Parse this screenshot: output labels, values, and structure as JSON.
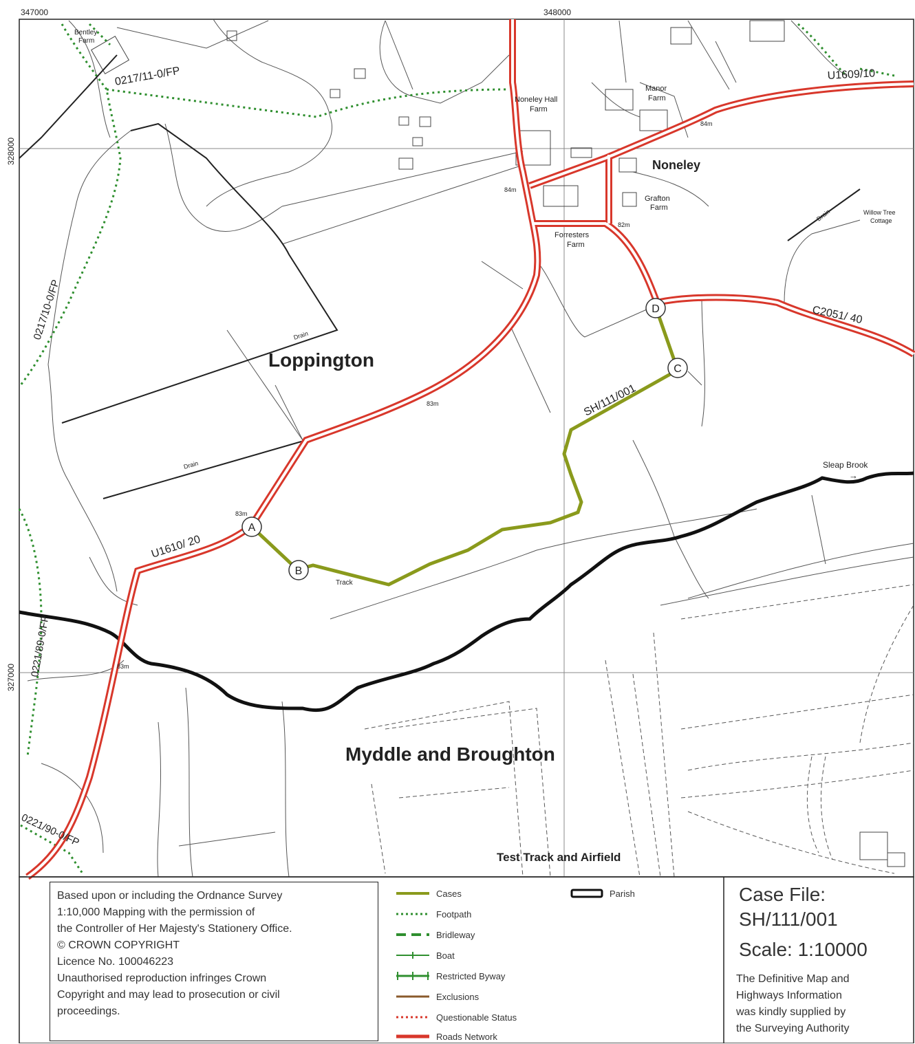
{
  "grid": {
    "easting_left": "347000",
    "easting_mid": "348000",
    "northing_top": "328000",
    "northing_bottom": "327000"
  },
  "places": {
    "parish_north": "Loppington",
    "parish_south": "Myddle and Broughton",
    "village": "Noneley",
    "noneley_hall_line1": "Noneley Hall",
    "noneley_hall_line2": "Farm",
    "manor_line1": "Manor",
    "manor_line2": "Farm",
    "grafton_line1": "Grafton",
    "grafton_line2": "Farm",
    "forresters_line1": "Forresters",
    "forresters_line2": "Farm",
    "willow_line1": "Willow Tree",
    "willow_line2": "Cottage",
    "bentley_line1": "Bentley",
    "bentley_line2": "Farm",
    "brook": "Sleap Brook",
    "test_track": "Test Track and Airfield",
    "track": "Track"
  },
  "routes": {
    "fp_0217_11": "0217/11-0/FP",
    "fp_0217_10": "0217/10-0/FP",
    "fp_0221_89": "0221/89-0/FP",
    "fp_0221_90": "0221/90-0/FP",
    "u1609": "U1609/10",
    "u1610": "U1610/ 20",
    "c2051": "C2051/ 40",
    "case_path": "SH/111/001"
  },
  "points": {
    "a": "A",
    "b": "B",
    "c": "C",
    "d": "D"
  },
  "small_labels": {
    "drain": "Drain",
    "spot_83": "83m",
    "spot_84": "84m",
    "spot_82": "82m"
  },
  "copyright": {
    "lines": [
      "Based upon or including the Ordnance Survey",
      "1:10,000 Mapping with the permission of",
      "the Controller of Her Majesty's Stationery Office.",
      "© CROWN COPYRIGHT",
      "Licence No. 100046223",
      "Unauthorised reproduction infringes Crown",
      "Copyright and may lead to prosecution or civil",
      "proceedings."
    ]
  },
  "legend": {
    "cases": "Cases",
    "footpath": "Footpath",
    "bridleway": "Bridleway",
    "boat": "Boat",
    "restricted_byway": "Restricted Byway",
    "exclusions": "Exclusions",
    "questionable_status": "Questionable Status",
    "roads_network": "Roads Network",
    "parish": "Parish"
  },
  "case_box": {
    "label": "Case File:",
    "id": "SH/111/001",
    "scale": "Scale: 1:10000",
    "note_lines": [
      "The Definitive Map and",
      "Highways Information",
      "was kindly supplied by",
      "the Surveying Authority"
    ]
  },
  "colors": {
    "road_outer": "#d8372b",
    "case": "#8a9a1c",
    "footpath": "#2f8f2f",
    "parish": "#111111",
    "field_line": "#444444"
  }
}
